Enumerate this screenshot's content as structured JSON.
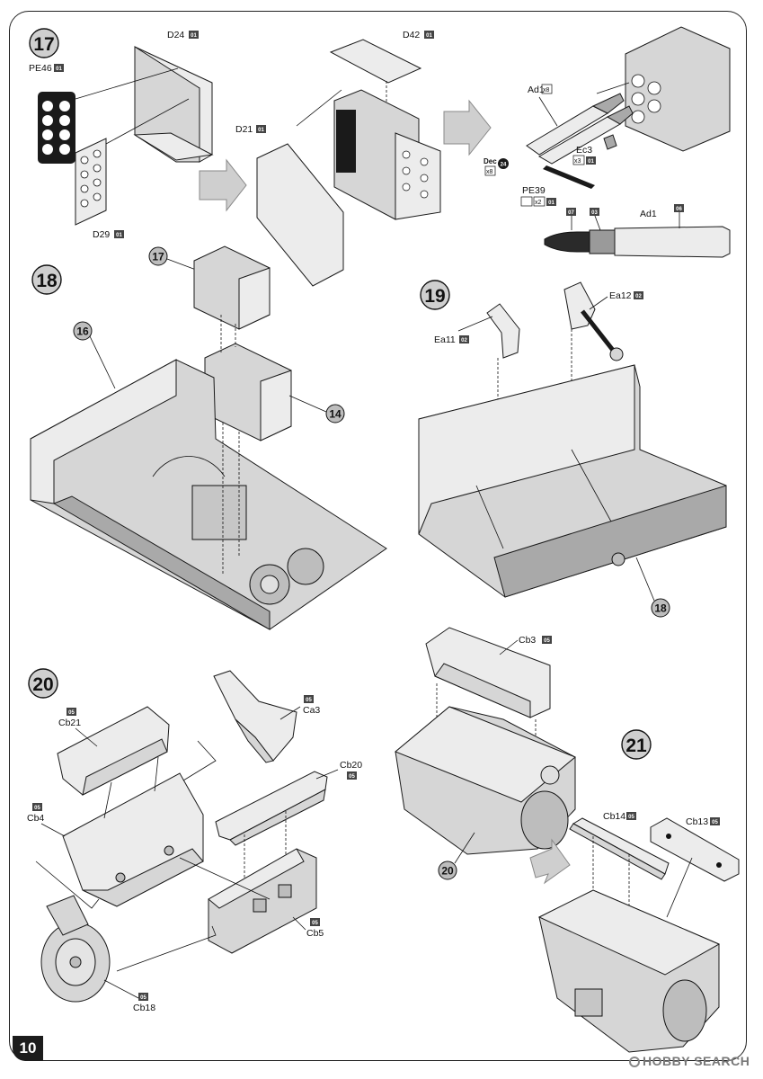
{
  "page": {
    "number": "10"
  },
  "watermark": {
    "text": "HOBBY SEARCH"
  },
  "steps": [
    {
      "number": "17"
    },
    {
      "number": "18"
    },
    {
      "number": "19"
    },
    {
      "number": "20"
    },
    {
      "number": "21"
    }
  ],
  "sprue_tags": {
    "s01": "01",
    "s02": "02",
    "s03": "03",
    "s05": "05",
    "s06": "06",
    "s07": "07"
  },
  "step17": {
    "pe46": "PE46",
    "d24": "D24",
    "d29": "D29",
    "d21": "D21",
    "d42": "D42",
    "ad1_top": "Ad1",
    "ad1_qty": "x8",
    "dec": "Dec",
    "dec_num": "24",
    "dec_qty": "x8",
    "ec3": "Ec3",
    "ec3_qty": "x3",
    "pe39": "PE39",
    "pe39_qty": "x2",
    "ad1_bottom": "Ad1"
  },
  "step18": {
    "ref17": "17",
    "ref16": "16",
    "ref14": "14"
  },
  "step19": {
    "ea11": "Ea11",
    "ea12": "Ea12",
    "ref18": "18"
  },
  "step20": {
    "cb21": "Cb21",
    "cb4": "Cb4",
    "ca3": "Ca3",
    "cb20": "Cb20",
    "cb5": "Cb5",
    "cb18": "Cb18"
  },
  "step21": {
    "cb3": "Cb3",
    "cb14": "Cb14",
    "cb13": "Cb13",
    "ref20": "20"
  }
}
